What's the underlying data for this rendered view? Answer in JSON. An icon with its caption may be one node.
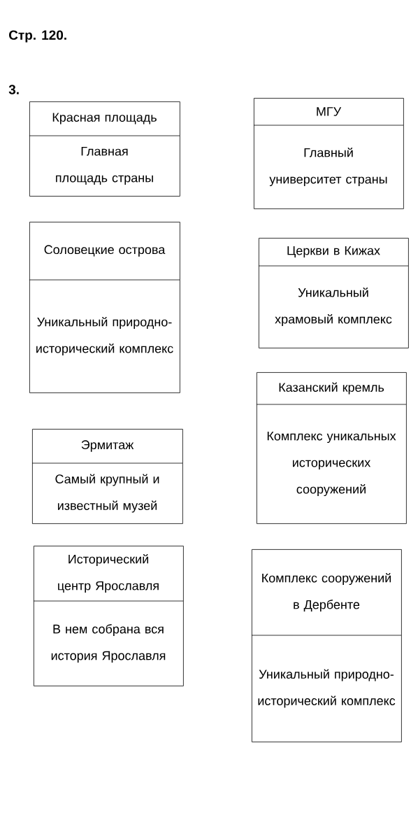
{
  "diagram": {
    "nodes": [
      {
        "text": [
          "Красная площадь",
          "Главная площадь страны"
        ]
      },
      {
        "text": [
          "МГУ",
          "Главный университет страны"
        ]
      },
      {
        "text": [
          "Соловецкие острова",
          "Уникальный природно-исторический комплекс"
        ]
      },
      {
        "text": [
          "Церкви в Кижах",
          "Уникальный храмовый комплекс"
        ]
      },
      {
        "text": [
          "Казанский кремль",
          "Комплекс уникальных исторических сооружений"
        ]
      },
      {
        "text": [
          "Эрмитаж",
          "Самый крупный и известный музей"
        ]
      },
      {
        "text": [
          "Исторический центр Ярославля",
          "В нем собрана вся история Ярославля"
        ]
      },
      {
        "text": [
          "Комплекс сооружений в Дербенте",
          "Уникальный природно-исторический комплекс"
        ]
      }
    ],
    "labels": [
      "Стр. 120.",
      "3."
    ]
  }
}
